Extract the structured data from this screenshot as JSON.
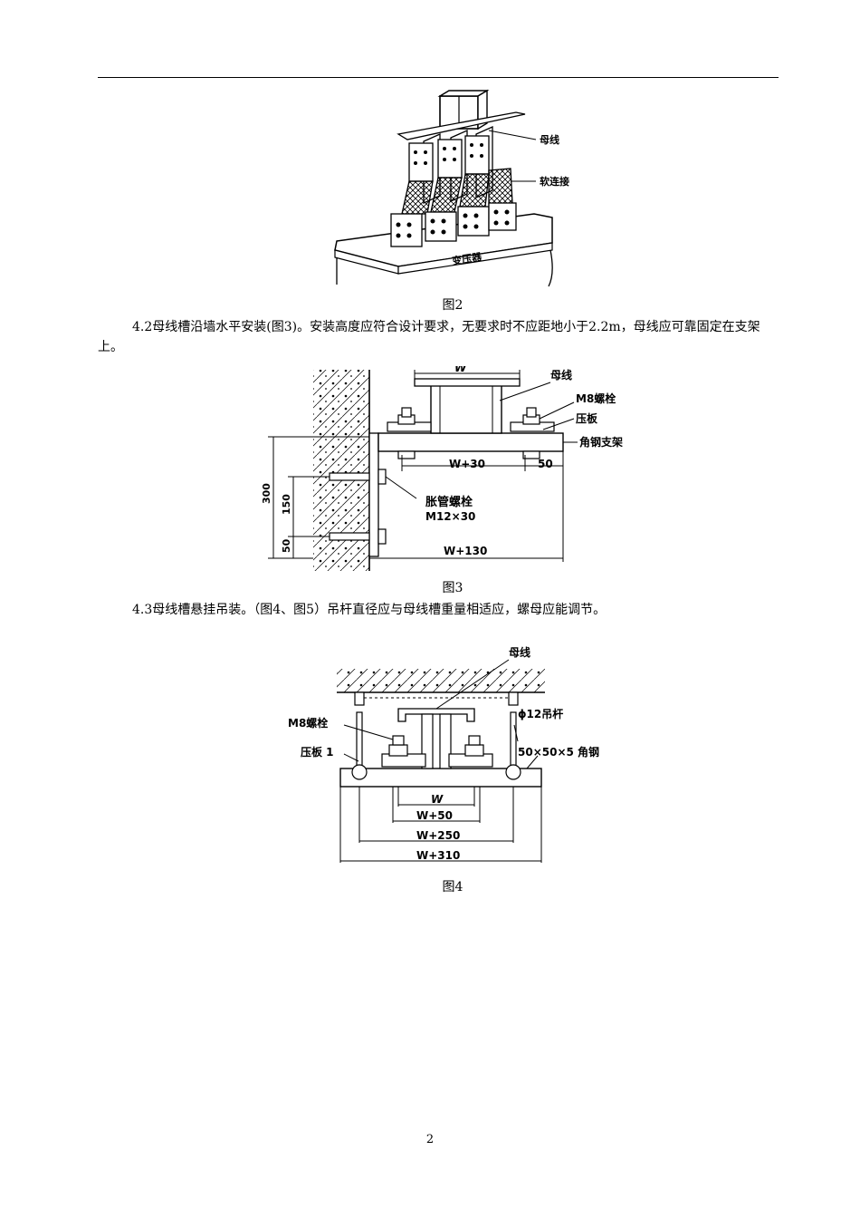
{
  "figure2": {
    "labels": {
      "busbar": "母线",
      "soft_connection": "软连接",
      "transformer": "变压器"
    },
    "caption": "图2"
  },
  "section_4_2": {
    "text": "4.2母线槽沿墙水平安装(图3)。安装高度应符合设计要求，无要求时不应距地小于2.2m，母线应可靠固定在支架上。"
  },
  "figure3": {
    "labels": {
      "busbar": "母线",
      "m8_bolt": "M8螺栓",
      "press_plate": "压板",
      "angle_bracket": "角钢支架",
      "expansion_bolt": "胀管螺栓",
      "expansion_bolt_size": "M12×30"
    },
    "dims": {
      "w": "W",
      "w30": "W+30",
      "d50": "50",
      "w130": "W+130",
      "d300": "300",
      "d150": "150",
      "d50v": "50"
    },
    "caption": "图3"
  },
  "section_4_3": {
    "text": "4.3母线槽悬挂吊装。（图4、图5）吊杆直径应与母线槽重量相适应，螺母应能调节。"
  },
  "figure4": {
    "labels": {
      "busbar": "母线",
      "m8_bolt": "M8螺栓",
      "press_plate": "压板 1",
      "rod": "ϕ12吊杆",
      "angle": "50×50×5 角钢"
    },
    "dims": {
      "w": "W",
      "w50": "W+50",
      "w250": "W+250",
      "w310": "W+310"
    },
    "caption": "图4"
  },
  "page_number": "2"
}
